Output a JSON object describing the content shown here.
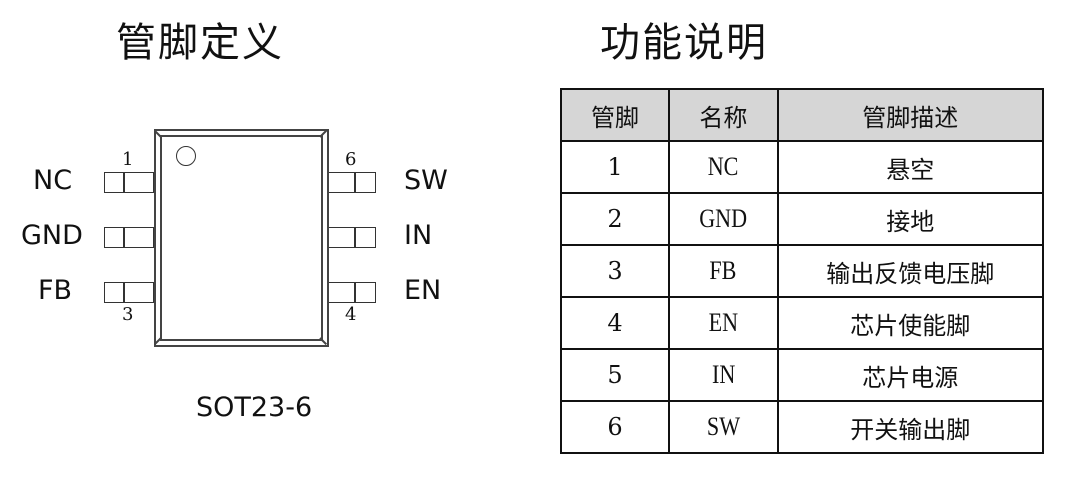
{
  "left_panel": {
    "title": "管脚定义",
    "package": "SOT23-6",
    "pins_left": [
      {
        "number": "1",
        "label": "NC"
      },
      {
        "number": "",
        "label": "GND"
      },
      {
        "number": "3",
        "label": "FB"
      }
    ],
    "pins_right": [
      {
        "number": "6",
        "label": "SW"
      },
      {
        "number": "",
        "label": "IN"
      },
      {
        "number": "4",
        "label": "EN"
      }
    ]
  },
  "right_panel": {
    "title": "功能说明",
    "table": {
      "headers": [
        "管脚",
        "名称",
        "管脚描述"
      ],
      "rows": [
        [
          "1",
          "NC",
          "悬空"
        ],
        [
          "2",
          "GND",
          "接地"
        ],
        [
          "3",
          "FB",
          "输出反馈电压脚"
        ],
        [
          "4",
          "EN",
          "芯片使能脚"
        ],
        [
          "5",
          "IN",
          "芯片电源"
        ],
        [
          "6",
          "SW",
          "开关输出脚"
        ]
      ],
      "header_bg": "#d6d6d6"
    }
  }
}
